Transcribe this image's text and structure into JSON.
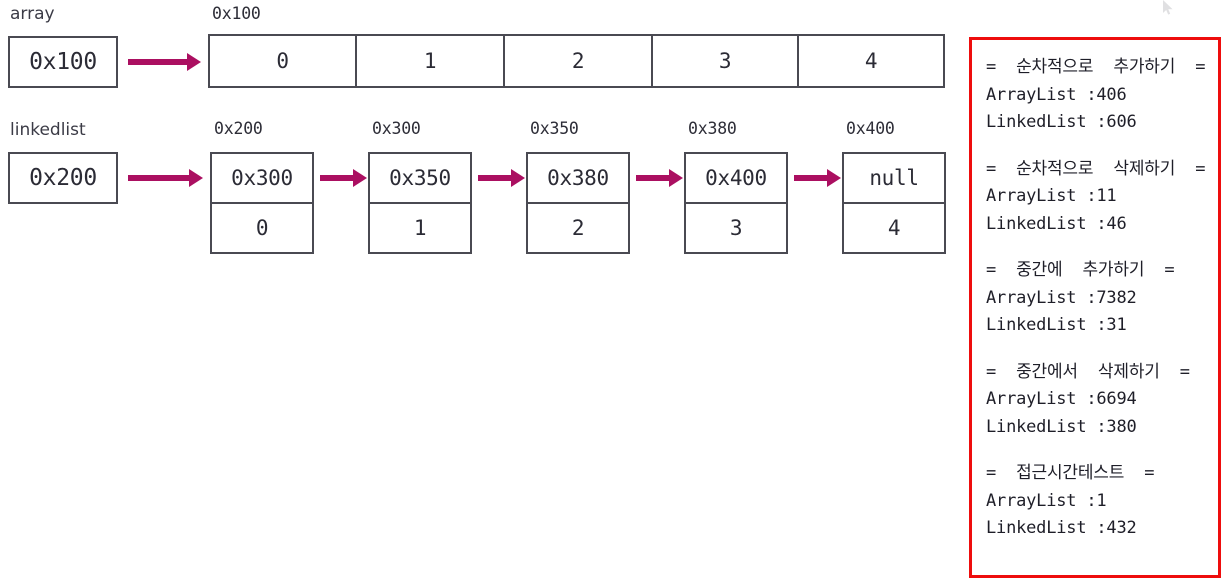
{
  "array_section": {
    "label": "array",
    "reference_box": {
      "value": "0x100"
    },
    "address_label": "0x100",
    "cells": [
      "0",
      "1",
      "2",
      "3",
      "4"
    ]
  },
  "linkedlist_section": {
    "label": "linkedlist",
    "reference_box": {
      "value": "0x200"
    },
    "nodes": [
      {
        "address": "0x200",
        "next": "0x300",
        "value": "0"
      },
      {
        "address": "0x300",
        "next": "0x350",
        "value": "1"
      },
      {
        "address": "0x350",
        "next": "0x380",
        "value": "2"
      },
      {
        "address": "0x380",
        "next": "0x400",
        "value": "3"
      },
      {
        "address": "0x400",
        "next": "null",
        "value": "4"
      }
    ]
  },
  "console_panel": {
    "border_color": "#ee0d0d",
    "blocks": [
      {
        "heading": "=  순차적으로  추가하기  =",
        "arraylist": "ArrayList :406",
        "linkedlist": "LinkedList :606"
      },
      {
        "heading": "=  순차적으로  삭제하기  =",
        "arraylist": "ArrayList :11",
        "linkedlist": "LinkedList :46"
      },
      {
        "heading": "=  중간에  추가하기  =",
        "arraylist": "ArrayList :7382",
        "linkedlist": "LinkedList :31"
      },
      {
        "heading": "=  중간에서  삭제하기  =",
        "arraylist": "ArrayList :6694",
        "linkedlist": "LinkedList :380"
      },
      {
        "heading": "=  접근시간테스트  =",
        "arraylist": "ArrayList :1",
        "linkedlist": "LinkedList :432"
      }
    ]
  },
  "accent_colors": {
    "arrow": "#ab0f61",
    "box_border": "#4a4a52",
    "panel_border": "#ee0d0d"
  }
}
